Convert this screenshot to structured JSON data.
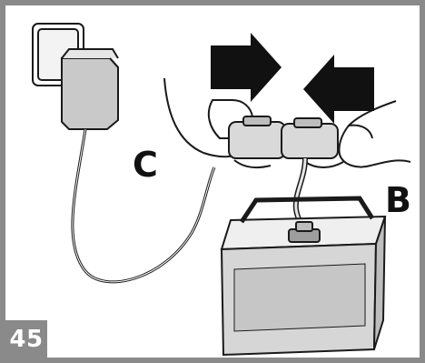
{
  "figure": {
    "labels": {
      "charger": "C",
      "battery": "B"
    },
    "step_number": "45"
  },
  "colors": {
    "frame_gray": "#8a8a8a",
    "line_black": "#1a1a1a",
    "fill_light_gray": "#d9d9d9",
    "fill_mid_gray": "#bdbdbd",
    "arrow_black": "#111111"
  },
  "icons": {
    "push_together_arrows": "arrow-right-and-arrow-left"
  }
}
